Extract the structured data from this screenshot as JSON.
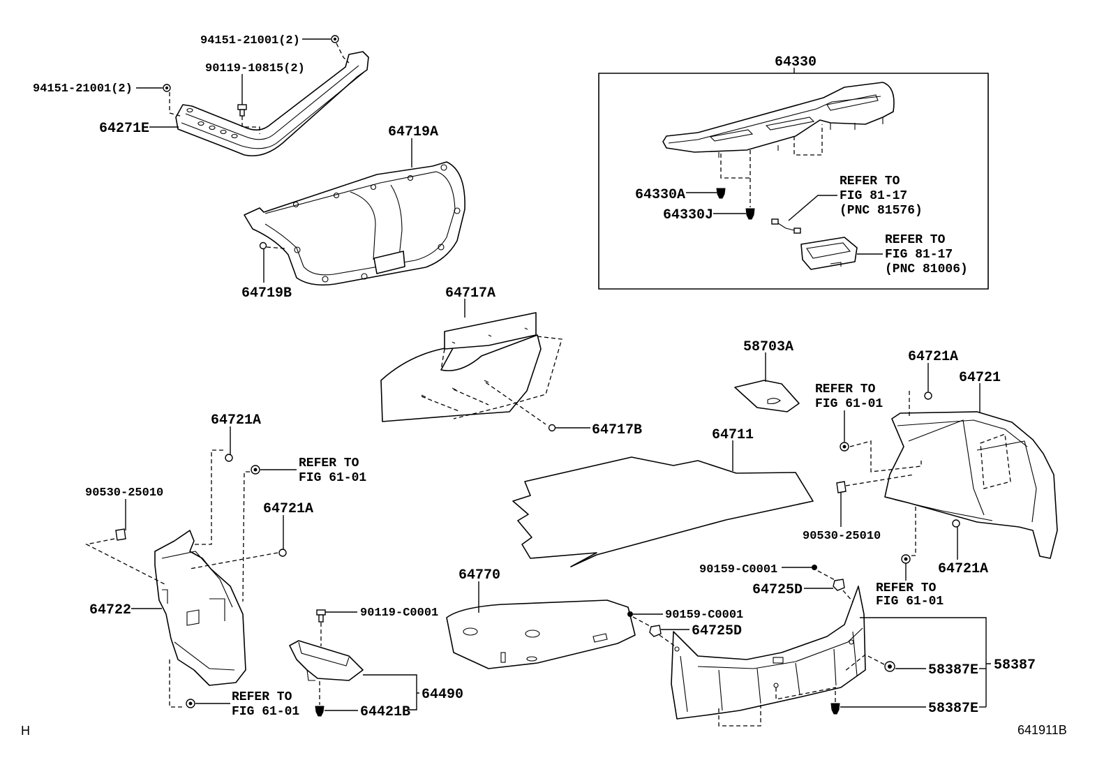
{
  "labels": [
    "94151-21001(2)",
    "90119-10815(2)",
    "94151-21001(2)",
    "64271E",
    "64719A",
    "64330A",
    "64330J",
    "64719B",
    "64717A",
    "58703A",
    "64721A",
    "64721",
    "64721A",
    "64717B",
    "64711",
    "90530-25010",
    "64721A",
    "90530-25010",
    "64721A",
    "90159-C0001",
    "64770",
    "64725D",
    "64722",
    "90119-C0001",
    "90159-C0001",
    "64725D",
    "58387",
    "58387E",
    "64490",
    "64421B",
    "58387E"
  ],
  "box_title": "64330",
  "notes": [
    {
      "lines": [
        "REFER TO",
        "FIG 81-17",
        "(PNC 81576)"
      ]
    },
    {
      "lines": [
        "REFER TO",
        "FIG 81-17",
        "(PNC 81006)"
      ]
    },
    {
      "lines": [
        "REFER TO",
        "FIG 61-01"
      ]
    },
    {
      "lines": [
        "REFER TO",
        "FIG 61-01"
      ]
    },
    {
      "lines": [
        "REFER TO",
        "FIG 61-01"
      ]
    },
    {
      "lines": [
        "REFER TO",
        "FIG 61-01"
      ]
    }
  ],
  "footer": {
    "left": "H",
    "right": "641911B"
  }
}
